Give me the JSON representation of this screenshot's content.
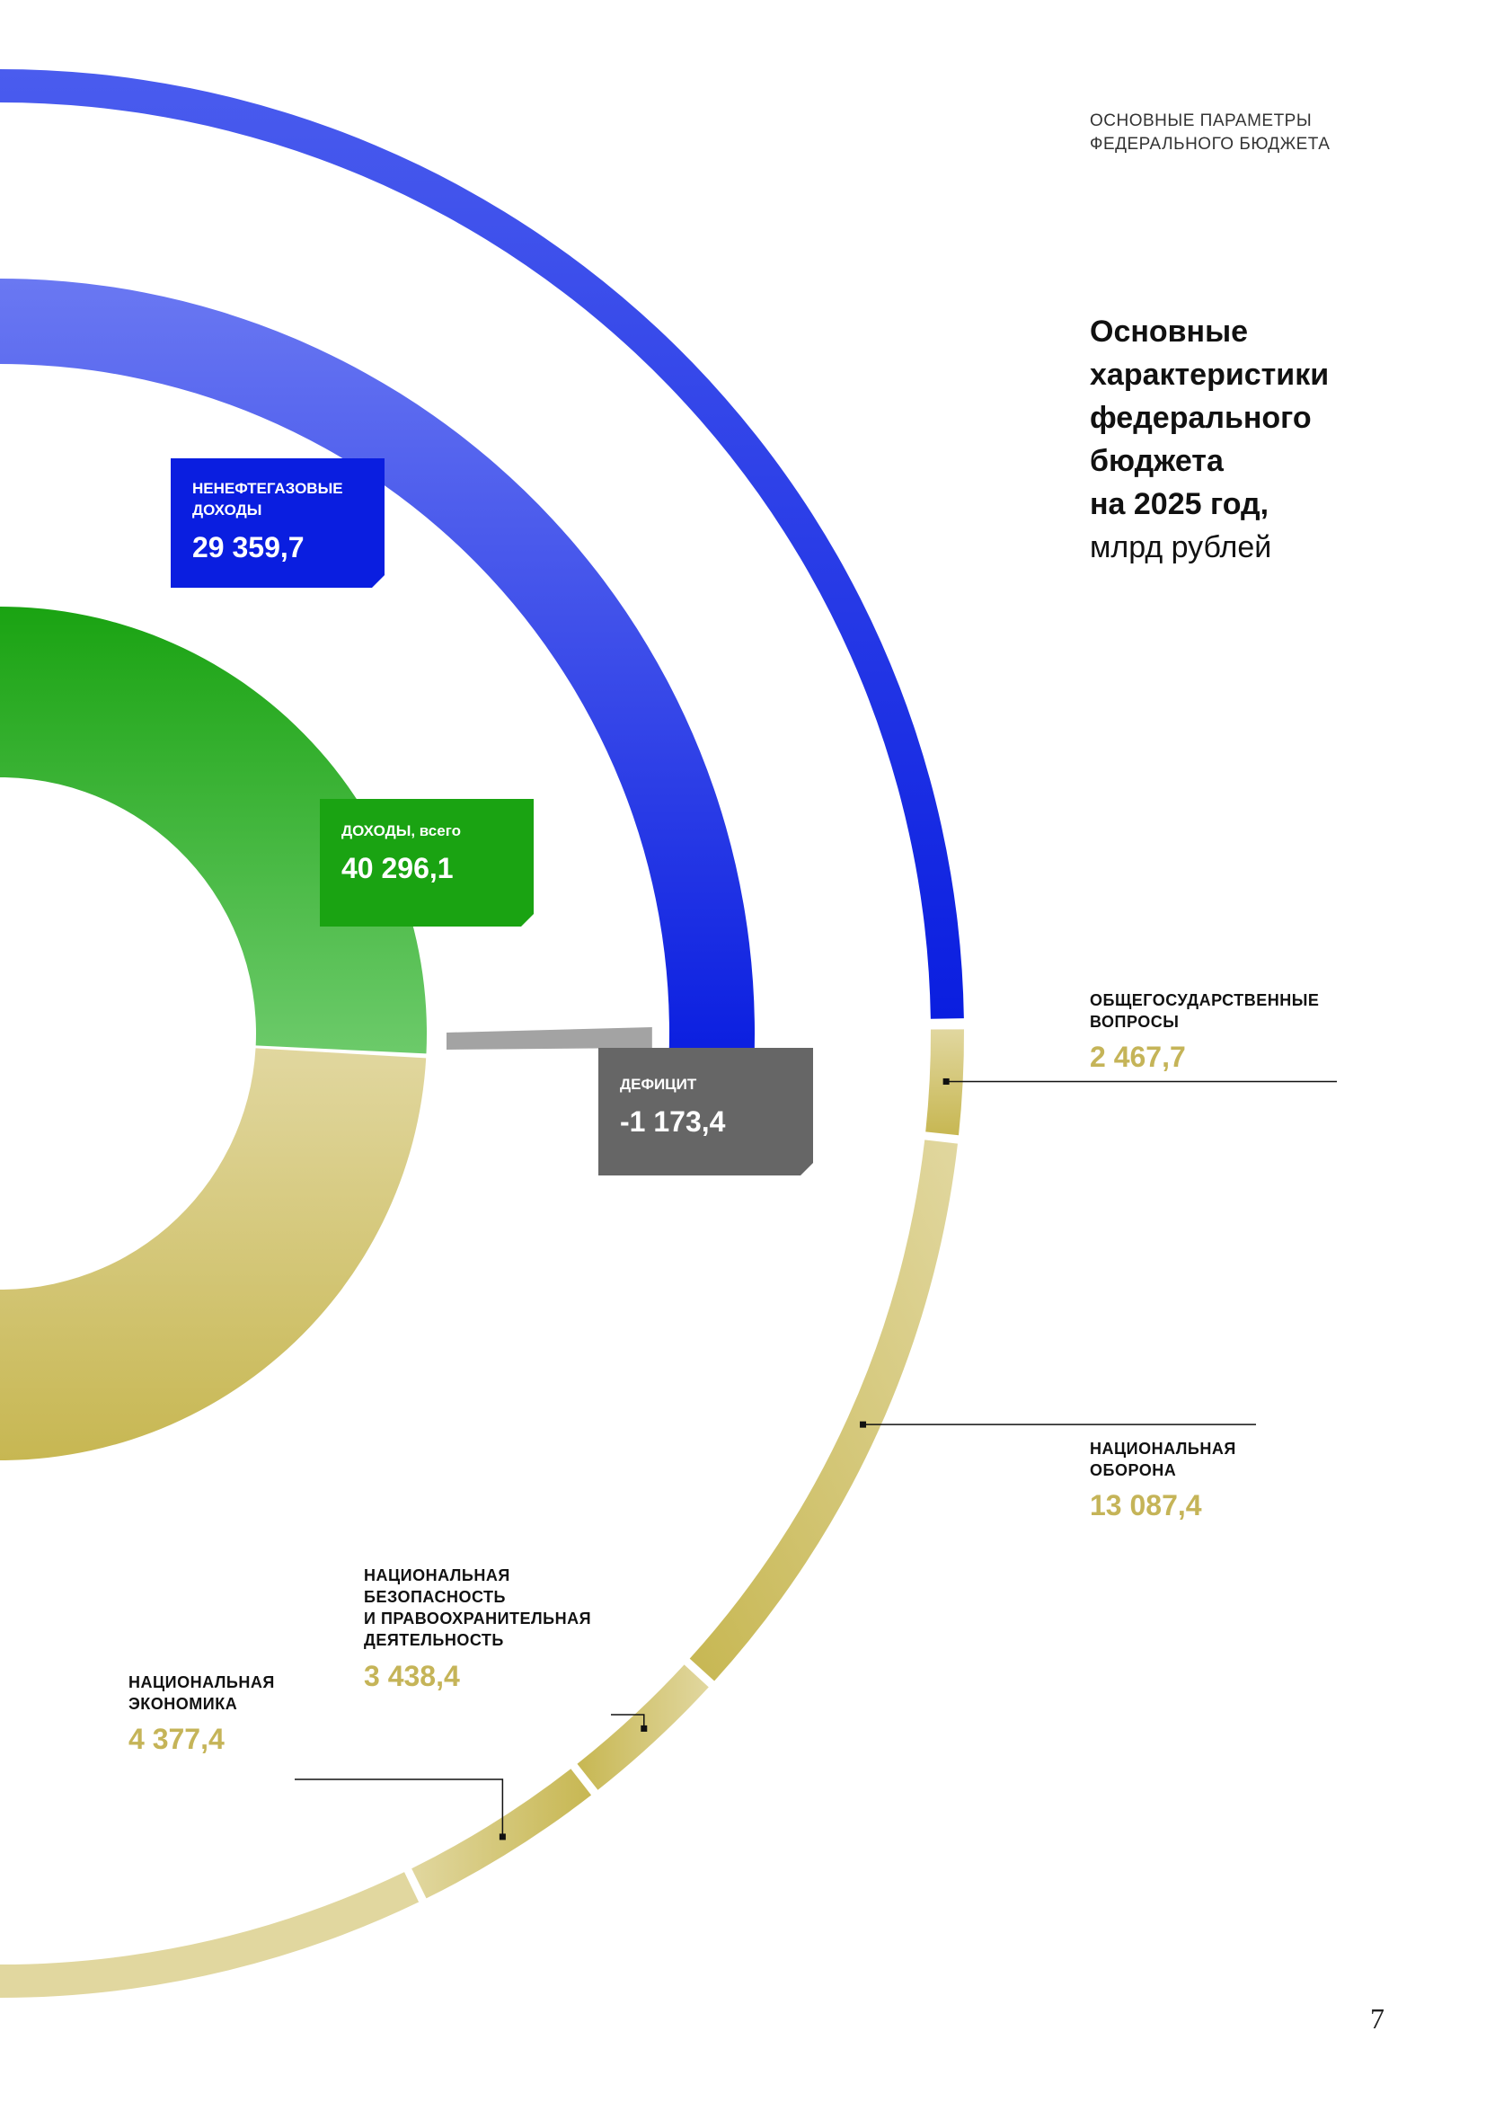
{
  "header": {
    "line1": "ОСНОВНЫЕ ПАРАМЕТРЫ",
    "line2": "ФЕДЕРАЛЬНОГО БЮДЖЕТА"
  },
  "title": {
    "line1": "Основные",
    "line2": "характеристики",
    "line3": "федерального",
    "line4": "бюджета",
    "line5": "на 2025 год,",
    "unit": "млрд рублей"
  },
  "page_number": "7",
  "colors": {
    "blue": "#0a1ee0",
    "blue_light": "#6a78f2",
    "green": "#1aa312",
    "green_light": "#6cca6a",
    "gold": "#c7b752",
    "gold_light": "#e1d79f",
    "gray": "#666666",
    "deficit_bar": "#a3a3a3"
  },
  "chart_data": [
    {
      "type": "donut",
      "title": "Основные характеристики федерального бюджета на 2025 год, млрд рублей",
      "income": [
        {
          "name": "ДОХОДЫ, всего",
          "value": 40296.1,
          "label": "40 296,1"
        },
        {
          "name": "НЕНЕФТЕГАЗОВЫЕ ДОХОДЫ",
          "value": 29359.7,
          "label": "29 359,7"
        },
        {
          "name": "ДЕФИЦИТ",
          "value": -1173.4,
          "label": "-1 173,4"
        }
      ],
      "expenditure_categories": [
        {
          "name": "ОБЩЕГОСУДАРСТВЕННЫЕ ВОПРОСЫ",
          "line1": "ОБЩЕГОСУДАРСТВЕННЫЕ",
          "line2": "ВОПРОСЫ",
          "value": 2467.7,
          "label": "2 467,7"
        },
        {
          "name": "НАЦИОНАЛЬНАЯ ОБОРОНА",
          "line1": "НАЦИОНАЛЬНАЯ",
          "line2": "ОБОРОНА",
          "value": 13087.4,
          "label": "13 087,4"
        },
        {
          "name": "НАЦИОНАЛЬНАЯ БЕЗОПАСНОСТЬ И ПРАВООХРАНИТЕЛЬНАЯ ДЕЯТЕЛЬНОСТЬ",
          "line1": "НАЦИОНАЛЬНАЯ",
          "line2": "БЕЗОПАСНОСТЬ",
          "line3": "И ПРАВООХРАНИТЕЛЬНАЯ",
          "line4": "ДЕЯТЕЛЬНОСТЬ",
          "value": 3438.4,
          "label": "3 438,4"
        },
        {
          "name": "НАЦИОНАЛЬНАЯ ЭКОНОМИКА",
          "line1": "НАЦИОНАЛЬНАЯ",
          "line2": "ЭКОНОМИКА",
          "value": 4377.4,
          "label": "4 377,4"
        }
      ],
      "box_labels": {
        "non_oil": {
          "line1": "НЕНЕФТЕГАЗОВЫЕ",
          "line2": "ДОХОДЫ"
        },
        "income": {
          "line1": "ДОХОДЫ, всего"
        },
        "deficit": {
          "line1": "ДЕФИЦИТ"
        }
      }
    }
  ]
}
